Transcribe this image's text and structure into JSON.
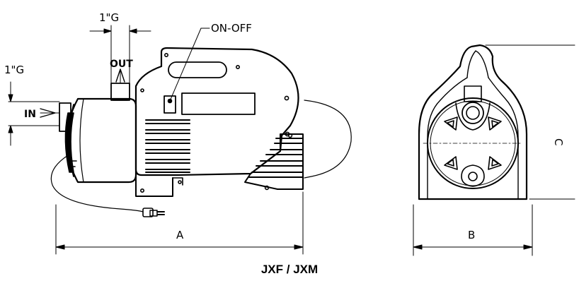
{
  "labels": {
    "out_thread": "1\"G",
    "in_thread": "1\"G",
    "switch": "ON-OFF",
    "outlet": "OUT",
    "inlet": "IN",
    "dim_length": "A",
    "dim_width": "B",
    "dim_height": "C"
  },
  "caption": "JXF / JXM"
}
